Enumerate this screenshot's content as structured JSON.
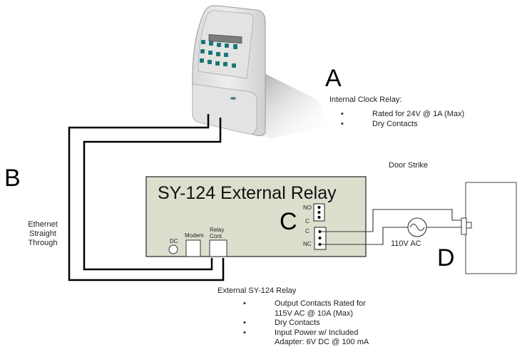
{
  "labels": {
    "a": "A",
    "b": "B",
    "c": "C",
    "d": "D"
  },
  "clock": {
    "device": "time-clock-terminal",
    "heading": "Internal Clock Relay:",
    "bullets": [
      "Rated for 24V @ 1A (Max)",
      "Dry Contacts"
    ]
  },
  "cable": {
    "line1": "Ethernet",
    "line2": "Straight",
    "line3": "Through"
  },
  "relay_box": {
    "title": "SY-124 External Relay",
    "dc_label": "DC",
    "modem_label": "Modem",
    "relay_cont_line1": "Relay",
    "relay_cont_line2": "Cont.",
    "terminal_top": {
      "no": "NO",
      "c": "C"
    },
    "terminal_bottom": {
      "c": "C",
      "nc": "NC"
    },
    "fill_color": "#dcdfcd"
  },
  "door": {
    "label": "Door Strike",
    "power_label": "110V AC"
  },
  "external_relay": {
    "heading": "External SY-124 Relay",
    "bullets": [
      {
        "line1": "Output Contacts Rated for",
        "line2": "115V AC @ 10A (Max)"
      },
      {
        "line1": "Dry Contacts",
        "line2": ""
      },
      {
        "line1": "Input Power w/ Included",
        "line2": "Adapter: 6V DC @ 100 mA"
      }
    ]
  }
}
